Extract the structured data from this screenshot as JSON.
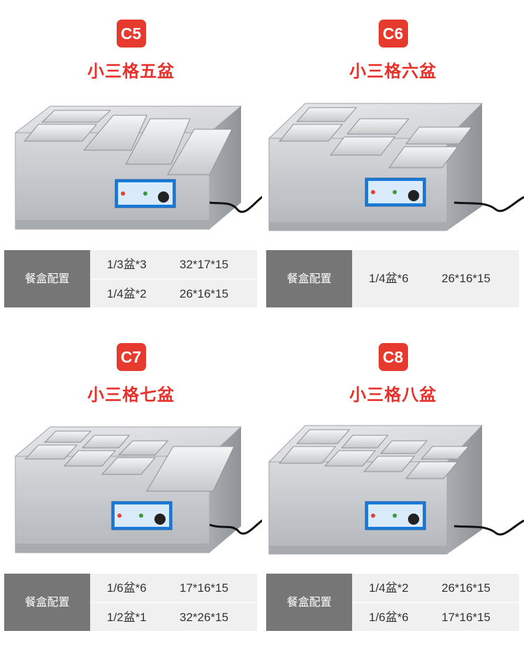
{
  "items": [
    {
      "code": "C5",
      "name": "小三格五盆",
      "config_label": "餐盒配置",
      "rows": [
        {
          "qty": "1/3盆*3",
          "size": "32*17*15"
        },
        {
          "qty": "1/4盆*2",
          "size": "26*16*15"
        }
      ]
    },
    {
      "code": "C6",
      "name": "小三格六盆",
      "config_label": "餐盒配置",
      "rows": [
        {
          "qty": "1/4盆*6",
          "size": "26*16*15"
        }
      ]
    },
    {
      "code": "C7",
      "name": "小三格七盆",
      "config_label": "餐盒配置",
      "rows": [
        {
          "qty": "1/6盆*6",
          "size": "17*16*15"
        },
        {
          "qty": "1/2盆*1",
          "size": "32*26*15"
        }
      ]
    },
    {
      "code": "C8",
      "name": "小三格八盆",
      "config_label": "餐盒配置",
      "rows": [
        {
          "qty": "1/4盆*2",
          "size": "26*16*15"
        },
        {
          "qty": "1/6盆*6",
          "size": "17*16*15"
        }
      ]
    }
  ],
  "colors": {
    "badge": "#e63a2e",
    "title": "#e8302b",
    "table_header": "#767676",
    "table_body": "#f0f0f0",
    "steel": "#c9ccd0"
  }
}
